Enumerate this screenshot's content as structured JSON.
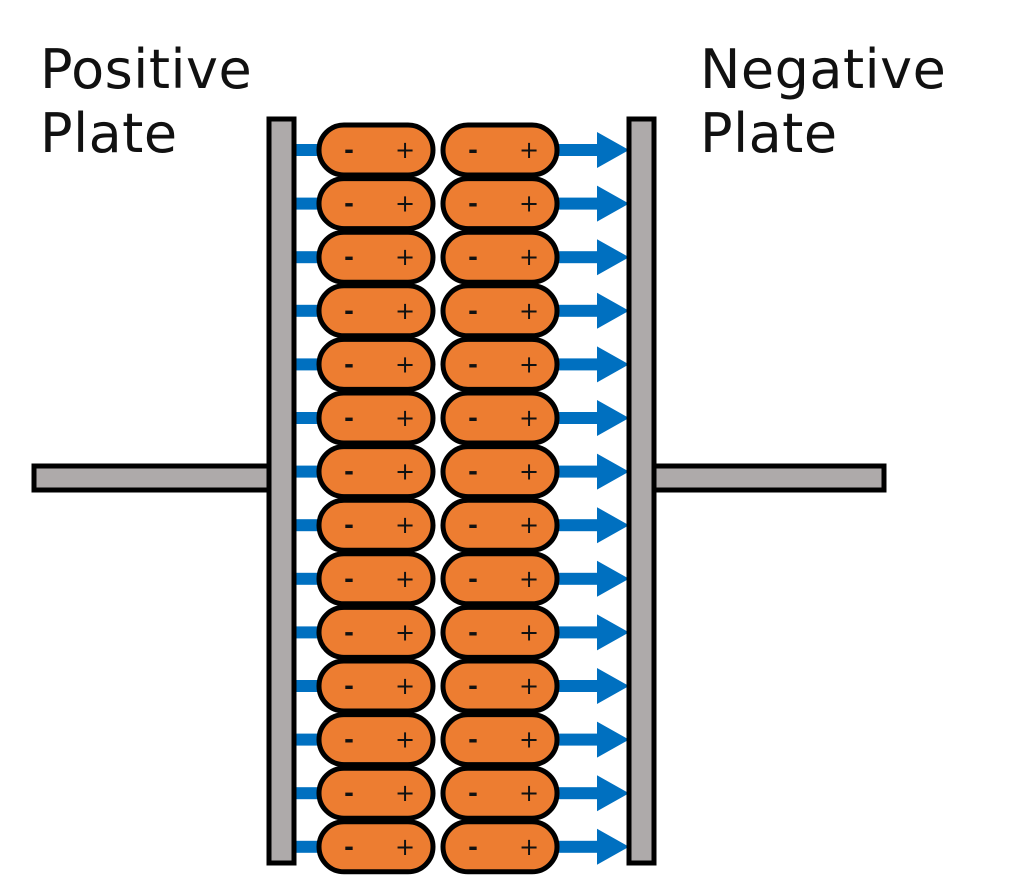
{
  "labels": {
    "positive_line1": "Positive",
    "positive_line2": "Plate",
    "negative_line1": "Negative",
    "negative_line2": "Plate"
  },
  "dipole": {
    "negative_sign": "-",
    "positive_sign": "+",
    "rows": 14,
    "columns": 2
  },
  "colors": {
    "plate": "#aeaaaa",
    "outline": "#000000",
    "dipole_fill": "#ed7d31",
    "field_arrow": "#0070c0",
    "text": "#111111"
  },
  "icons": {
    "field_arrow": "field-arrow-icon"
  }
}
